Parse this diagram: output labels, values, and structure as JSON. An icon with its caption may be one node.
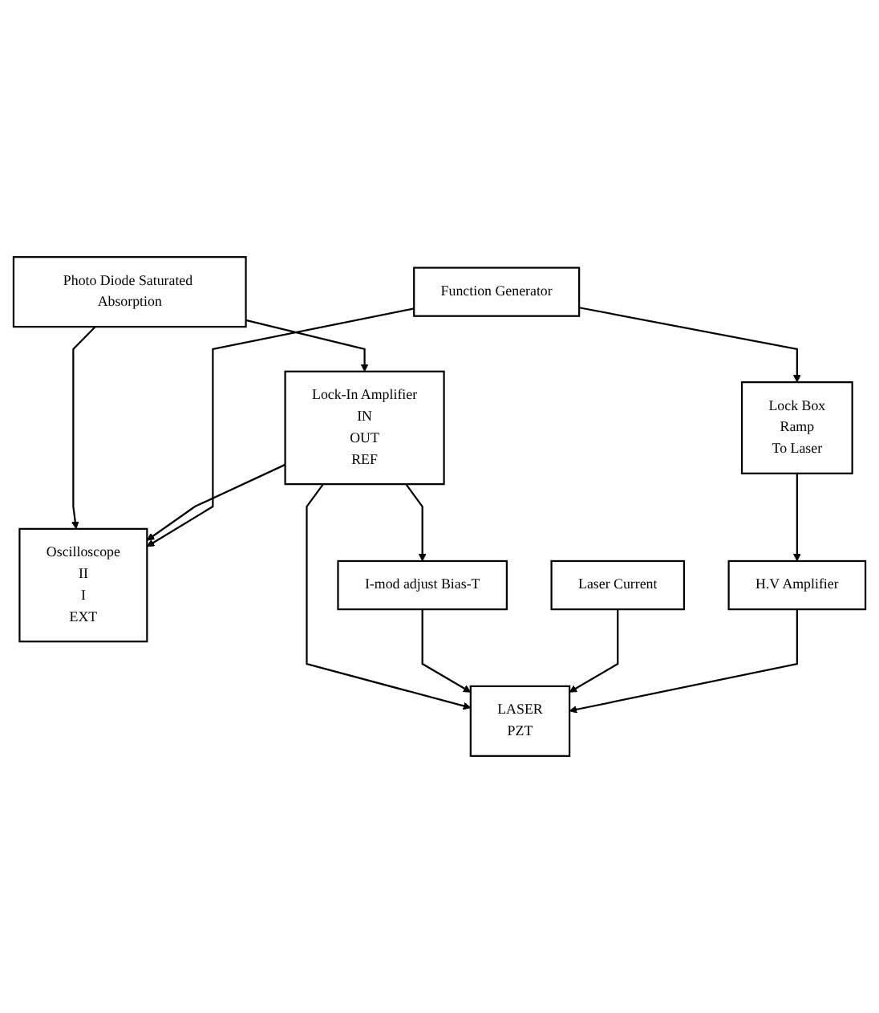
{
  "diagram": {
    "nodes": [
      {
        "text": [
          "Lock-In Amplifier",
          "IN",
          "OUT",
          "REF"
        ]
      },
      {
        "text": [
          "Oscilloscope",
          "II",
          "I",
          "EXT"
        ]
      },
      {
        "text": [
          "I-mod adjust Bias-T"
        ]
      },
      {
        "text": [
          "Laser Current"
        ]
      },
      {
        "text": [
          "Photo Diode Saturated Absorption"
        ]
      },
      {
        "text": [
          "LASER",
          "PZT"
        ]
      },
      {
        "text": [
          "Function Generator"
        ]
      },
      {
        "text": [
          "H.V Amplifier"
        ]
      },
      {
        "text": [
          "Lock Box",
          "Ramp",
          "To Laser"
        ]
      }
    ],
    "edges": [
      {
        "from": 4,
        "to": 0,
        "arrow": "to"
      },
      {
        "from": 4,
        "to": 1,
        "arrow": "to"
      },
      {
        "from": 0,
        "to": 1,
        "arrow": "to"
      },
      {
        "from": 0,
        "to": 5,
        "arrow": "to"
      },
      {
        "from": 0,
        "to": 2,
        "arrow": "to"
      },
      {
        "from": 2,
        "to": 5,
        "arrow": "to"
      },
      {
        "from": 3,
        "to": 5,
        "arrow": "to"
      },
      {
        "from": 6,
        "to": 1,
        "arrow": "to"
      },
      {
        "from": 6,
        "to": 8,
        "arrow": "to"
      },
      {
        "from": 8,
        "to": 7,
        "arrow": "to"
      },
      {
        "from": 7,
        "to": 5,
        "arrow": "to"
      }
    ]
  }
}
